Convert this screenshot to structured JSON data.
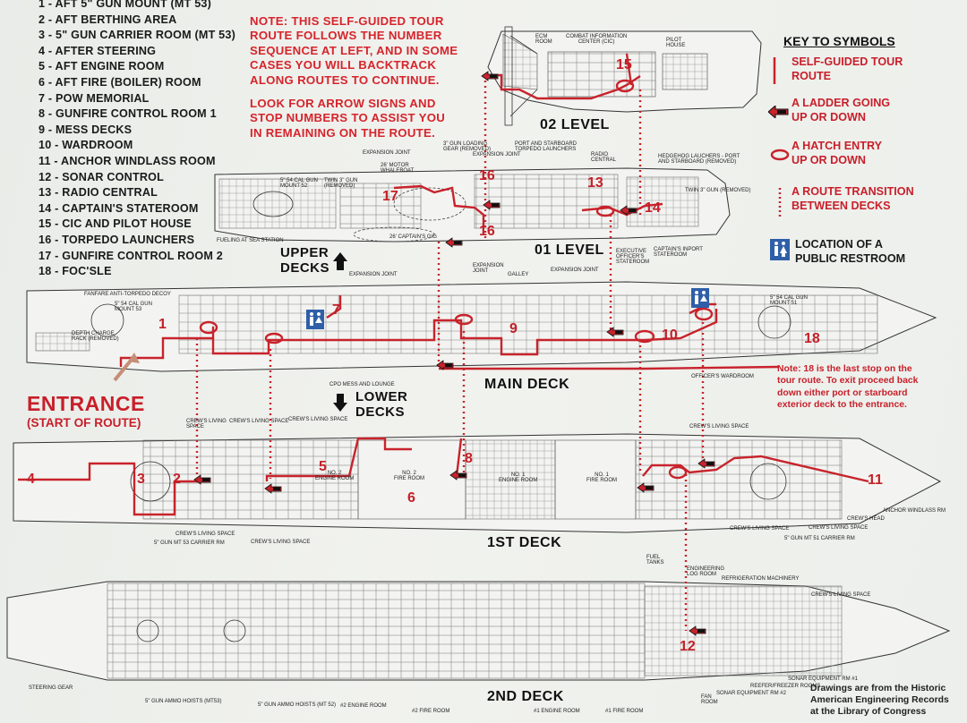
{
  "legend": [
    "1 - AFT 5\" GUN MOUNT (MT 53)",
    "2 - AFT BERTHING AREA",
    "3 - 5\" GUN CARRIER ROOM (MT 53)",
    "4 - AFTER STEERING",
    "5 - AFT ENGINE ROOM",
    "6 - AFT FIRE (BOILER) ROOM",
    "7 - POW MEMORIAL",
    "8 - GUNFIRE CONTROL ROOM 1",
    "9 - MESS DECKS",
    "10 - WARDROOM",
    "11 - ANCHOR WINDLASS ROOM",
    "12 - SONAR CONTROL",
    "13 - RADIO CENTRAL",
    "14 - CAPTAIN'S STATEROOM",
    "15 - CIC AND PILOT HOUSE",
    "16 - TORPEDO LAUNCHERS",
    "17 - GUNFIRE CONTROL ROOM 2",
    "18 - FOC'SLE"
  ],
  "note": {
    "para1": [
      "NOTE:  THIS SELF-GUIDED TOUR",
      "ROUTE FOLLOWS THE NUMBER",
      "SEQUENCE AT LEFT, AND IN SOME",
      "CASES YOU WILL BACKTRACK",
      "ALONG ROUTES TO CONTINUE."
    ],
    "para2": [
      "LOOK FOR ARROW SIGNS AND",
      "STOP NUMBERS TO ASSIST YOU",
      "IN REMAINING ON THE ROUTE."
    ]
  },
  "key": {
    "title": "KEY TO SYMBOLS",
    "items": [
      {
        "icon": "route-line-icon",
        "lines": [
          "SELF-GUIDED TOUR",
          "ROUTE"
        ]
      },
      {
        "icon": "ladder-arrow-icon",
        "lines": [
          "A LADDER GOING",
          "UP OR DOWN"
        ]
      },
      {
        "icon": "hatch-oval-icon",
        "lines": [
          "A HATCH ENTRY",
          "UP OR DOWN"
        ]
      },
      {
        "icon": "dotted-line-icon",
        "lines": [
          "A ROUTE TRANSITION",
          "BETWEEN DECKS"
        ]
      },
      {
        "icon": "restroom-icon",
        "lines": [
          "LOCATION OF A",
          "PUBLIC RESTROOM"
        ]
      }
    ]
  },
  "decks": {
    "level02": "02 LEVEL",
    "level01": "01 LEVEL",
    "main": "MAIN DECK",
    "first": "1ST DECK",
    "second": "2ND DECK",
    "upper": [
      "UPPER",
      "DECKS"
    ],
    "lower": [
      "LOWER",
      "DECKS"
    ]
  },
  "entrance": {
    "title": "ENTRANCE",
    "subtitle": "(START OF ROUTE)"
  },
  "final_note": [
    "Note: 18 is the last stop on the",
    "tour route.  To exit proceed back",
    "down either port or starboard",
    "exterior deck to the entrance."
  ],
  "credit": [
    "Drawings are from the Historic",
    "American Engineering Records",
    "at the Library of Congress"
  ],
  "stops": [
    "1",
    "2",
    "3",
    "4",
    "5",
    "6",
    "7",
    "8",
    "9",
    "10",
    "11",
    "12",
    "13",
    "14",
    "15",
    "16",
    "16",
    "17",
    "18"
  ],
  "labels02": {
    "ecm": [
      "ECM",
      "ROOM"
    ],
    "cic": [
      "COMBAT INFORMATION",
      "CENTER (CIC)"
    ],
    "pilot": [
      "PILOT",
      "HOUSE"
    ]
  },
  "labels01": {
    "expansion_joint_1": "EXPANSION JOINT",
    "gun_loading": [
      "3\" GUN LOADING",
      "GEAR (REMOVED)"
    ],
    "torpedo": [
      "PORT AND STARBOARD",
      "TORPEDO LAUNCHERS"
    ],
    "expansion_joint_2": "EXPANSION JOINT",
    "radio": [
      "RADIO",
      "CENTRAL"
    ],
    "hedgehog": [
      "HEDGEHOG LAUCHERS - PORT",
      "AND STARBOARD (REMOVED)"
    ],
    "motor_whaleboat": [
      "26' MOTOR",
      "WHALEBOAT"
    ],
    "gun_mount_52": [
      "5\" 54 CAL GUN",
      "MOUNT 52"
    ],
    "twin_gun_aft": [
      "TWIN 3\" GUN",
      "(REMOVED)"
    ],
    "twin_gun_fwd": "TWIN 3\" GUN (REMOVED)",
    "captains_gig": "26' CAPTAIN'S GIG",
    "fueling": "FUELING AT SEA STATION",
    "exec_officer": [
      "EXECUTIVE",
      "OFFICER'S",
      "STATEROOM"
    ],
    "inport": [
      "CAPTAIN'S INPORT",
      "STATEROOM"
    ]
  },
  "labels_main": {
    "expansion_joint_a": "EXPANSION JOINT",
    "expansion_joint_b": [
      "EXPANSION",
      "JOINT"
    ],
    "galley": "GALLEY",
    "expansion_joint_c": "EXPANSION JOINT",
    "fanfare": "FANFARE ANTI-TORPEDO DECOY",
    "gun_mount_53": [
      "5\" 54 CAL GUN",
      "MOUNT 53"
    ],
    "depth_charge": [
      "DEPTH CHARGE",
      "RACK (REMOVED)"
    ],
    "gun_mount_51": [
      "5\" 54 CAL GUN",
      "MOUNT 51"
    ],
    "cpo_mess": "CPO MESS AND LOUNGE",
    "officers_wardroom": "OFFICER'S WARDROOM"
  },
  "labels_first": {
    "crew1": [
      "CREW'S LIVING",
      "SPACE"
    ],
    "crew2": "CREW'S LIVING SPACE",
    "crew3": "CREW'S LIVING SPACE",
    "crew_fwd": "CREW'S LIVING SPACE",
    "engine2": [
      "No. 2",
      "ENGINE ROOM"
    ],
    "fire2": [
      "No. 2",
      "FIRE ROOM"
    ],
    "engine1": [
      "No. 1",
      "ENGINE ROOM"
    ],
    "fire1": [
      "No. 1",
      "FIRE ROOM"
    ],
    "crew_bot1": "CREW'S LIVING SPACE",
    "crew_bot2": "CREW'S LIVING SPACE",
    "carrier53": "5\" GUN MT 53 CARRIER RM",
    "crew_bot3": "CREW'S LIVING SPACE",
    "carrier51": "5\" GUN MT 51 CARRIER RM",
    "crew_bot4": "CREW'S LIVING SPACE",
    "crews_head": "CREW'S HEAD",
    "anchor": "ANCHOR WINDLASS RM"
  },
  "labels_second": {
    "fuel": [
      "FUEL",
      "TANKS"
    ],
    "eng_log": [
      "ENGINEERING",
      "LOG ROOM"
    ],
    "refrig": "REFRIGERATION MACHINERY",
    "crew": "CREW'S LIVING SPACE",
    "steering": "STEERING GEAR",
    "ammo53": "5\" GUN AMMO HOISTS (MT53)",
    "ammo52": "5\" GUN AMMO HOISTS (MT 52)",
    "eng2": "#2 ENGINE ROOM",
    "fire2": "#2 FIRE ROOM",
    "eng1": "#1 ENGINE ROOM",
    "fire1": "#1 FIRE ROOM",
    "fan": [
      "FAN",
      "ROOM"
    ],
    "reefer": "REEFER/FREEZER ROOMS",
    "sonar_eq2": "SONAR EQUIPMENT RM #2",
    "sonar_eq1": "SONAR EQUIPMENT RM #1"
  },
  "colors": {
    "route": "#c8232c",
    "text_red": "#d6242b",
    "restroom": "#2f5fa8",
    "line": "#333333"
  }
}
